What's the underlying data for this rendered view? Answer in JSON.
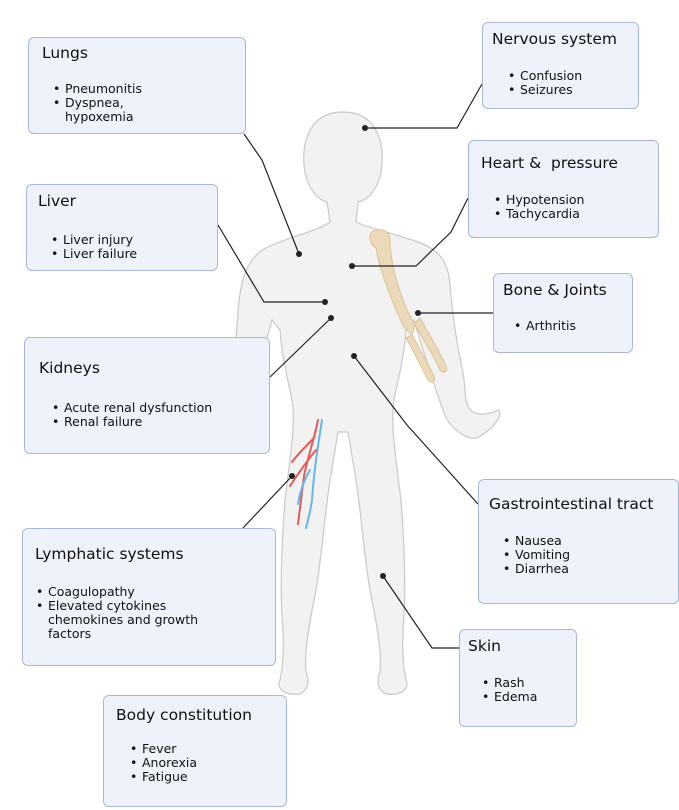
{
  "boxes": {
    "lungs": {
      "title": "Lungs",
      "items": [
        "Pneumonitis",
        "Dyspnea, hypoxemia"
      ]
    },
    "nervous": {
      "title": "Nervous system",
      "items": [
        "Confusion",
        "Seizures"
      ]
    },
    "liver": {
      "title": "Liver",
      "items": [
        "Liver injury",
        "Liver failure"
      ]
    },
    "heart": {
      "title": "Heart &  pressure",
      "items": [
        "Hypotension",
        "Tachycardia"
      ]
    },
    "bone": {
      "title": "Bone & Joints",
      "items": [
        "Arthritis"
      ]
    },
    "kidneys": {
      "title": "Kidneys",
      "items": [
        "Acute renal dysfunction",
        "Renal failure"
      ]
    },
    "gi": {
      "title": "Gastrointestinal tract",
      "items": [
        "Nausea",
        "Vomiting",
        "Diarrhea"
      ]
    },
    "lymphatic": {
      "title": "Lymphatic systems",
      "items": [
        "Coagulopathy",
        "Elevated cytokines chemokines and growth factors"
      ]
    },
    "skin": {
      "title": "Skin",
      "items": [
        "Rash",
        "Edema"
      ]
    },
    "body": {
      "title": "Body constitution",
      "items": [
        "Fever",
        "Anorexia",
        "Fatigue"
      ]
    }
  },
  "colors": {
    "box_fill": "#eef2fa",
    "box_border": "#a9b7d4",
    "body_fill": "#f2f2f2",
    "body_outline": "#c9c9c9",
    "connector": "#222222",
    "bone": "#ecd7b3",
    "artery": "#e25a5a",
    "vein": "#66b6e8"
  }
}
